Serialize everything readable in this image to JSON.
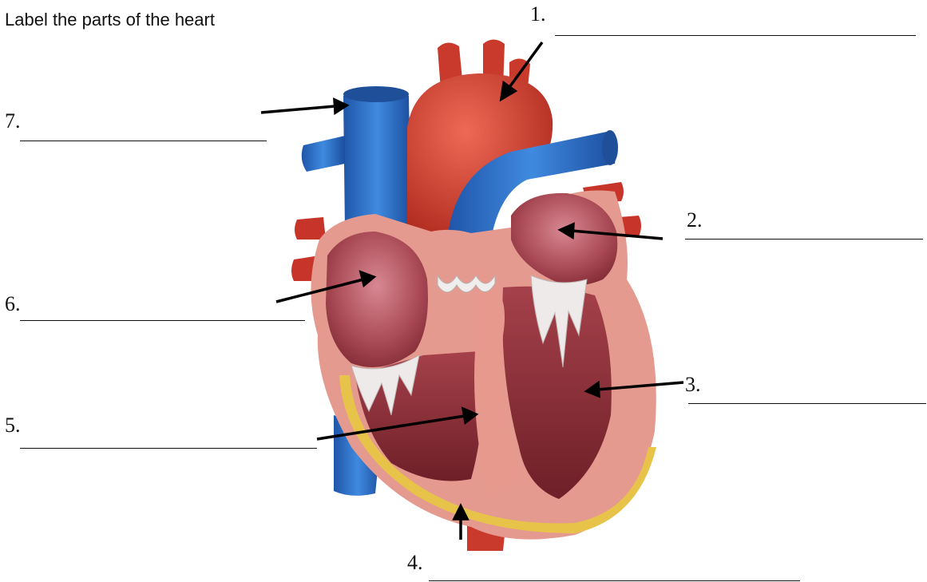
{
  "title": "Label the parts of the heart",
  "labels": [
    {
      "number": "1.",
      "answer": ""
    },
    {
      "number": "2.",
      "answer": ""
    },
    {
      "number": "3.",
      "answer": ""
    },
    {
      "number": "4.",
      "answer": ""
    },
    {
      "number": "5.",
      "answer": ""
    },
    {
      "number": "6.",
      "answer": ""
    },
    {
      "number": "7.",
      "answer": ""
    }
  ],
  "colors": {
    "artery": "#cf3a2c",
    "vein": "#2e72c9",
    "muscle": "#e8968c",
    "chamber": "#9b3b44",
    "fat": "#e8c34a",
    "valve": "#f2eeee"
  }
}
